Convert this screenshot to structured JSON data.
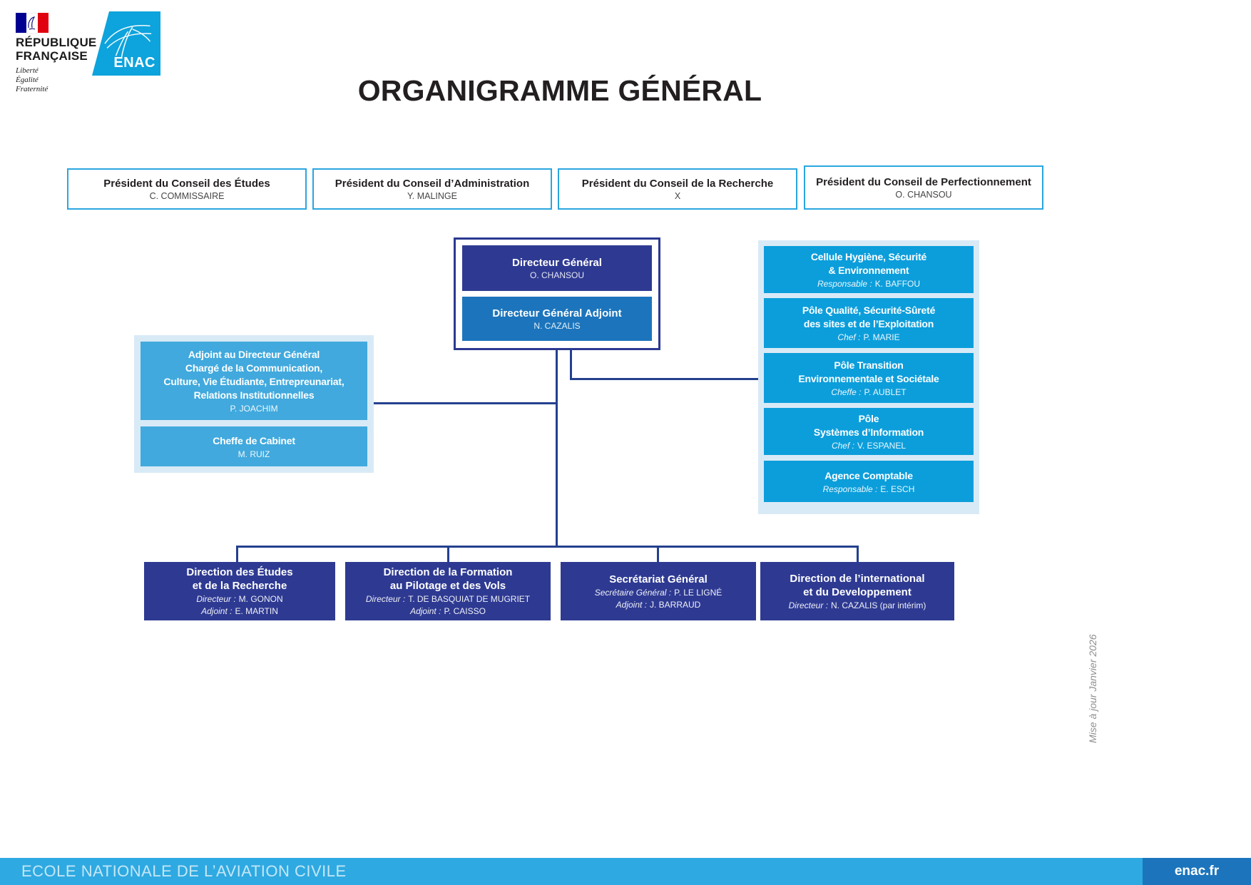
{
  "header": {
    "republique": {
      "line1": "RÉPUBLIQUE",
      "line2": "FRANÇAISE",
      "motto": [
        "Liberté",
        "Égalité",
        "Fraternité"
      ]
    },
    "enac_text": "ENAC",
    "title": "ORGANIGRAMME GÉNÉRAL"
  },
  "presidents": [
    {
      "title": "Président du Conseil des Études",
      "name": "C. COMMISSAIRE"
    },
    {
      "title": "Président du Conseil d’Administration",
      "name": "Y. MALINGE"
    },
    {
      "title": "Président du Conseil de la Recherche",
      "name": "X"
    },
    {
      "title": "Président du Conseil de Perfectionnement",
      "name": "O. CHANSOU"
    }
  ],
  "direction": {
    "dg": {
      "title": "Directeur Général",
      "name": "O. CHANSOU"
    },
    "dga": {
      "title": "Directeur Général Adjoint",
      "name": "N. CAZALIS"
    }
  },
  "left_group": [
    {
      "lines": [
        "Adjoint au Directeur Général",
        "Chargé de la Communication,",
        "Culture, Vie Étudiante, Entrepreunariat,",
        "Relations Institutionnelles"
      ],
      "name": "P. JOACHIM"
    },
    {
      "lines": [
        "Cheffe de Cabinet"
      ],
      "name": "M. RUIZ"
    }
  ],
  "right_group": [
    {
      "lines": [
        "Cellule Hygiène, Sécurité",
        "& Environnement"
      ],
      "role": "Responsable :",
      "name": "K. BAFFOU"
    },
    {
      "lines": [
        "Pôle Qualité, Sécurité-Sûreté",
        "des sites et de l’Exploitation"
      ],
      "role": "Chef :",
      "name": "P. MARIE"
    },
    {
      "lines": [
        "Pôle Transition",
        "Environnementale et Sociétale"
      ],
      "role": "Cheffe :",
      "name": "P. AUBLET"
    },
    {
      "lines": [
        "Pôle",
        "Systèmes d’Information"
      ],
      "role": "Chef :",
      "name": "V. ESPANEL"
    },
    {
      "lines": [
        "Agence Comptable"
      ],
      "role": "Responsable :",
      "name": "E. ESCH"
    }
  ],
  "bottom_row": [
    {
      "lines": [
        "Direction des Études",
        "et de la Recherche"
      ],
      "people": [
        {
          "role": "Directeur :",
          "name": "M. GONON"
        },
        {
          "role": "Adjoint :",
          "name": "E. MARTIN"
        }
      ]
    },
    {
      "lines": [
        "Direction de la Formation",
        "au Pilotage et des Vols"
      ],
      "people": [
        {
          "role": "Directeur :",
          "name": "T. DE BASQUIAT DE MUGRIET"
        },
        {
          "role": "Adjoint :",
          "name": "P. CAISSO"
        }
      ]
    },
    {
      "lines": [
        "Secrétariat Général"
      ],
      "people": [
        {
          "role": "Secrétaire Général :",
          "name": "P. LE LIGNÉ"
        },
        {
          "role": "Adjoint :",
          "name": "J. BARRAUD"
        }
      ]
    },
    {
      "lines": [
        "Direction de l’international",
        "et du Developpement"
      ],
      "people": [
        {
          "role": "Directeur :",
          "name": "N. CAZALIS (par intérim)"
        }
      ]
    }
  ],
  "note": "Mise à jour Janvier 2026",
  "footer": {
    "left": "ECOLE NATIONALE DE L’AVIATION CIVILE",
    "right": "enac.fr"
  },
  "colors": {
    "cyan_border": "#2aa6df",
    "bright_blue": "#0c9edb",
    "soft_blue": "#41a9dd",
    "light_blue_bg": "#d9eaf7",
    "indigo": "#2e3a92",
    "medium_blue": "#1c75bc",
    "connector": "#24408e",
    "footer_bar": "#2fa9e1",
    "title_text": "#231f20"
  }
}
